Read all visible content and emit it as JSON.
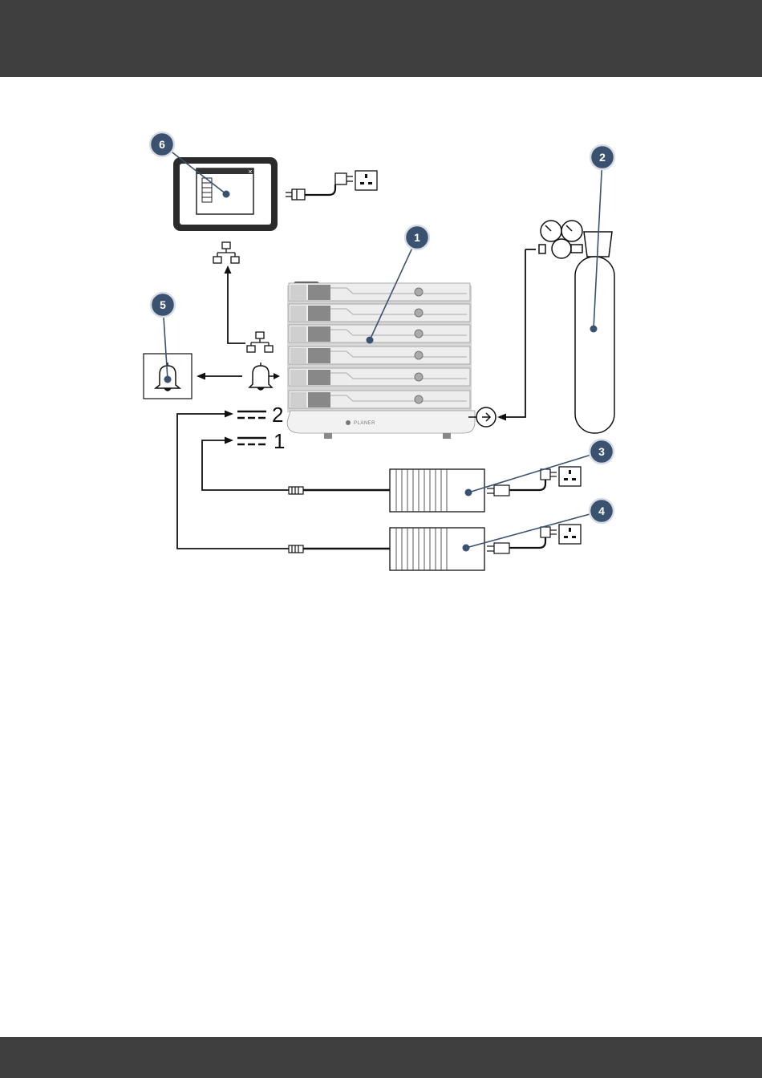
{
  "callouts": [
    "1",
    "2",
    "3",
    "4",
    "5",
    "6"
  ],
  "supply_labels": [
    "2",
    "1"
  ],
  "brand": "PLANER",
  "colors": {
    "bars": "#3f3f3f",
    "callout_fill": "#3a5270",
    "callout_ring": "#d8dde4",
    "line": "#111111",
    "device_light": "#eeeeee",
    "device_dark": "#7a7a7a"
  },
  "icons": [
    "monitor-icon",
    "network-icon",
    "alarm-bell-icon",
    "plug-icon",
    "wall-socket-icon",
    "gas-cylinder-icon",
    "pressure-regulator-icon",
    "gas-inlet-icon",
    "power-supply-icon",
    "dc-power-icon",
    "connector-icon"
  ]
}
